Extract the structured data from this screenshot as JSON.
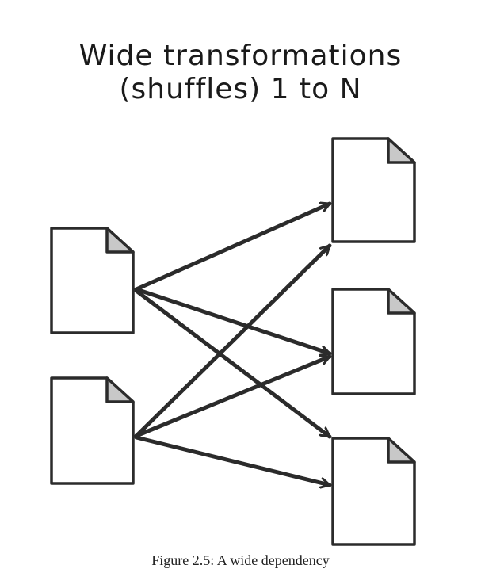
{
  "title": {
    "line1": "Wide transformations",
    "line2": "(shuffles) 1 to N"
  },
  "caption": "Figure 2.5: A wide dependency",
  "colors": {
    "stroke": "#2b2b2b",
    "fold": "#c8c8c8",
    "page": "#ffffff"
  }
}
